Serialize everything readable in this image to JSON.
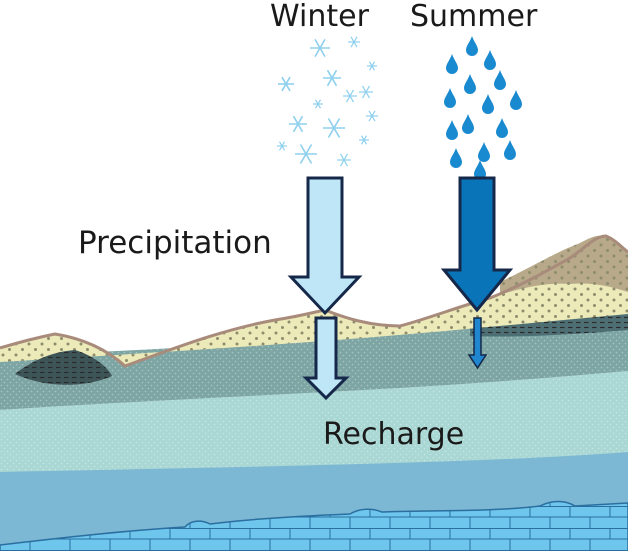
{
  "labels": {
    "winter": "Winter",
    "summer": "Summer",
    "precipitation": "Precipitation",
    "recharge": "Recharge"
  },
  "icons": {
    "winter_precipitation": "snowflake-icon",
    "summer_precipitation": "raindrop-icon"
  },
  "colors": {
    "winter_arrow": "#bfe6f7",
    "summer_arrow": "#0a74b9",
    "snowflake": "#8fd0ee",
    "raindrop": "#1a8ad0",
    "outline": "#15284a",
    "topsoil": "#eceab8",
    "ridge": "#b8a98a",
    "ground_rim": "#a88b7a",
    "limestone": "#6fc6ec"
  }
}
